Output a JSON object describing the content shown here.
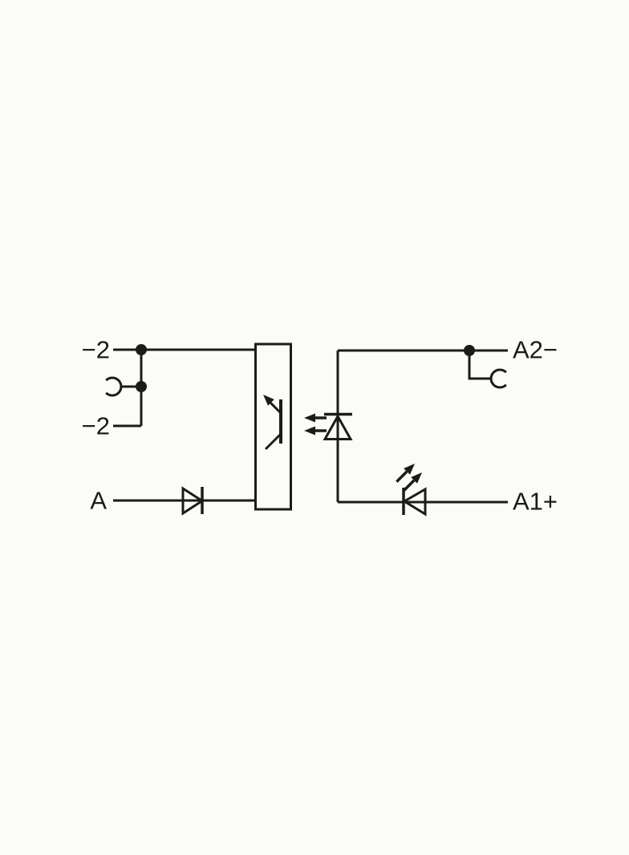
{
  "page": {
    "background": "#fbfbf8",
    "line_color": "#1b1b1b"
  },
  "schematic": {
    "title": "Optocoupler module internal circuit diagram",
    "terminals": {
      "minus2_top": "−2",
      "minus2_bottom": "−2",
      "a_input": "A",
      "a2_minus": "A2−",
      "a1_plus": "A1+"
    },
    "symbols": [
      "junction-dot",
      "clamp-contact",
      "protection-diode",
      "optocoupler-box",
      "phototransistor",
      "optocoupler-led",
      "light-coupling-arrows",
      "status-indicator-led"
    ]
  }
}
